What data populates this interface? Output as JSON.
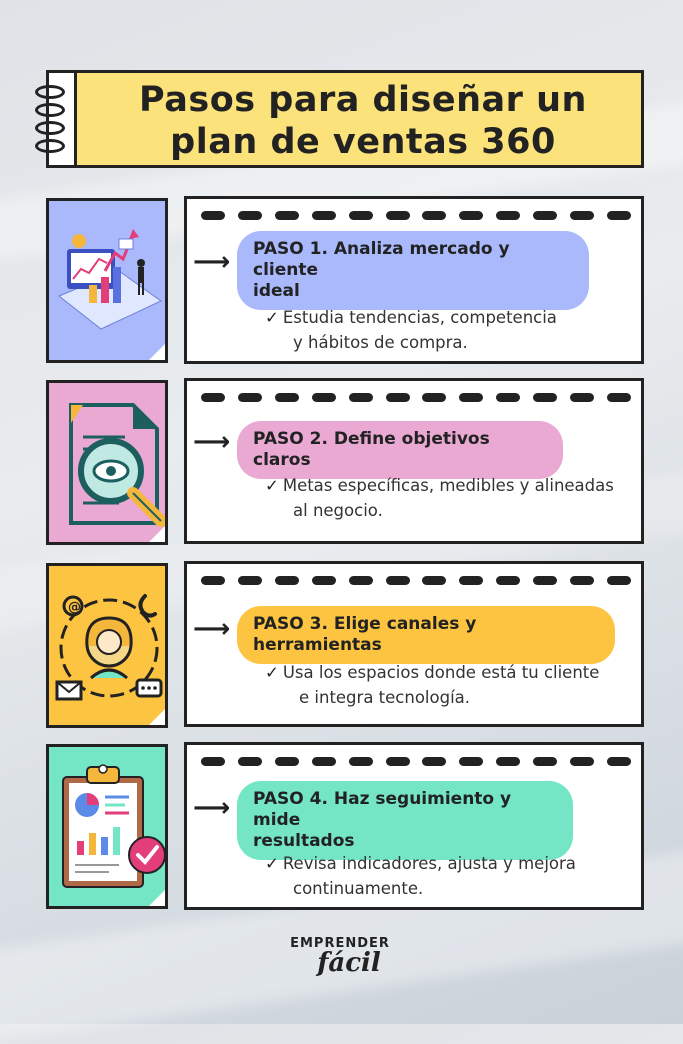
{
  "title": {
    "line1": "Pasos para diseñar un",
    "line2": "plan de ventas 360"
  },
  "steps": [
    {
      "label_line1": "PASO 1. Analiza mercado y cliente",
      "label_line2": "ideal",
      "desc_line1": "Estudia tendencias, competencia",
      "desc_line2": "y hábitos de compra.",
      "pill_color": "#a9b9fb",
      "card_color": "#a9b9fb",
      "icon": "analytics-dashboard-icon"
    },
    {
      "label_line1": "PASO 2. Define objetivos claros",
      "label_line2": "",
      "desc_line1": "Metas específicas, medibles y alineadas",
      "desc_line2": "al negocio.",
      "pill_color": "#e9a9d3",
      "card_color": "#e9a9d3",
      "icon": "document-magnifier-eye-icon"
    },
    {
      "label_line1": "PASO 3. Elige canales y herramientas",
      "label_line2": "",
      "desc_line1": "Usa los espacios donde está tu cliente",
      "desc_line2": "e integra tecnología.",
      "pill_color": "#fcc440",
      "card_color": "#fcc440",
      "icon": "customer-channels-icon"
    },
    {
      "label_line1": "PASO 4. Haz seguimiento y mide",
      "label_line2": "resultados",
      "desc_line1": "Revisa indicadores, ajusta y mejora",
      "desc_line2": "continuamente.",
      "pill_color": "#74e6c6",
      "card_color": "#74e6c6",
      "icon": "clipboard-report-check-icon"
    }
  ],
  "brand": {
    "top": "EMPRENDER",
    "bottom": "fácil"
  }
}
